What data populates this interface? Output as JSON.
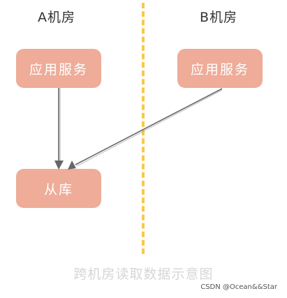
{
  "rooms": {
    "a": {
      "title": "A机房",
      "app_service": "应用服务",
      "slave_db": "从库"
    },
    "b": {
      "title": "B机房",
      "app_service": "应用服务"
    }
  },
  "caption": "跨机房读取数据示意图",
  "watermark": "CSDN @Ocean&&Star",
  "colors": {
    "box_fill": "#eeac99",
    "box_text": "#ffffff",
    "divider": "#f7c948",
    "arrow": "#777777",
    "caption": "#d6d6d6"
  }
}
